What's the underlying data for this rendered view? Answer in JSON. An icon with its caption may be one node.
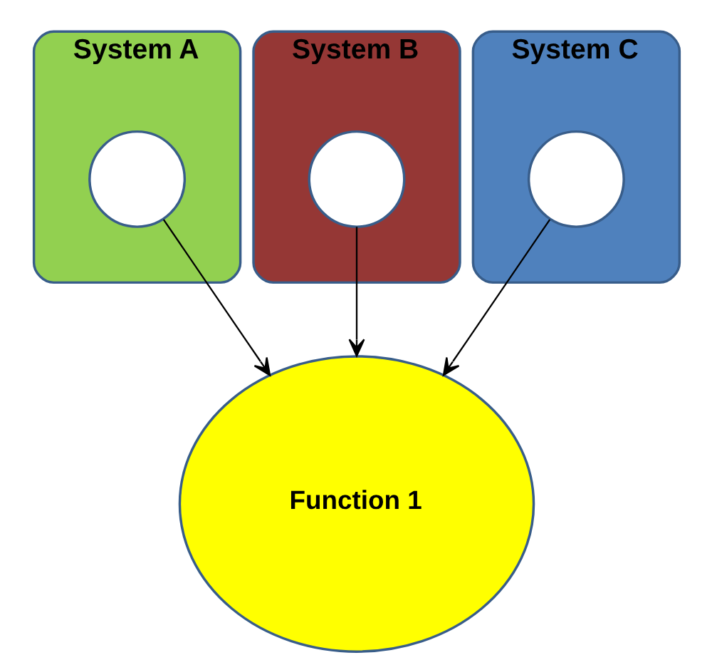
{
  "diagram": {
    "nodes": [
      {
        "text": [
          "System A"
        ]
      },
      {
        "text": [],
        "shape": "circle",
        "in": 0
      },
      {
        "text": [
          "System B"
        ]
      },
      {
        "text": [],
        "shape": "circle",
        "in": 2
      },
      {
        "text": [
          "System C"
        ]
      },
      {
        "text": [],
        "shape": "circle",
        "in": 4
      },
      {
        "text": [
          "Function 1"
        ]
      }
    ],
    "edges": [
      {
        "from": 1,
        "to": 6,
        "arrow": "to"
      },
      {
        "from": 3,
        "to": 6,
        "arrow": "to"
      },
      {
        "from": 5,
        "to": 6,
        "arrow": "to"
      }
    ]
  }
}
